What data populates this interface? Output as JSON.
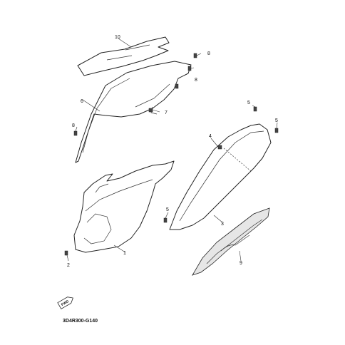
{
  "diagram": {
    "reference_code": "3D4R300-G140",
    "fwd_label": "FWD",
    "callouts": [
      {
        "id": "c1",
        "label": "1"
      },
      {
        "id": "c2",
        "label": "2"
      },
      {
        "id": "c3",
        "label": "3"
      },
      {
        "id": "c4",
        "label": "4"
      },
      {
        "id": "c5a",
        "label": "5"
      },
      {
        "id": "c5b",
        "label": "5"
      },
      {
        "id": "c5c",
        "label": "5"
      },
      {
        "id": "c6",
        "label": "6"
      },
      {
        "id": "c7",
        "label": "7"
      },
      {
        "id": "c8a",
        "label": "8"
      },
      {
        "id": "c8b",
        "label": "8"
      },
      {
        "id": "c8c",
        "label": "8"
      },
      {
        "id": "c9",
        "label": "9"
      },
      {
        "id": "c10",
        "label": "10"
      }
    ]
  }
}
